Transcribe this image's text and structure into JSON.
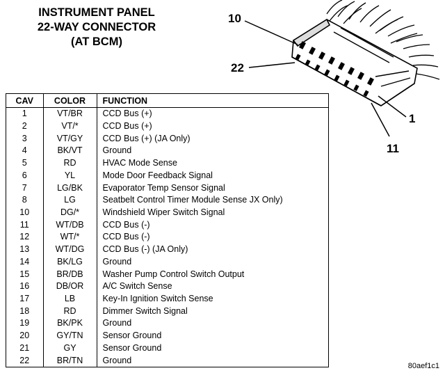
{
  "title": {
    "line1": "INSTRUMENT PANEL",
    "line2": "22-WAY CONNECTOR",
    "line3": "(AT BCM)"
  },
  "callouts": {
    "pin10": "10",
    "pin22": "22",
    "pin1": "1",
    "pin11": "11"
  },
  "table": {
    "headers": {
      "cav": "CAV",
      "color": "COLOR",
      "function": "FUNCTION"
    },
    "rows": [
      {
        "cav": "1",
        "color": "VT/BR",
        "function": "CCD Bus (+)"
      },
      {
        "cav": "2",
        "color": "VT/*",
        "function": "CCD Bus (+)"
      },
      {
        "cav": "3",
        "color": "VT/GY",
        "function": "CCD Bus (+) (JA Only)"
      },
      {
        "cav": "4",
        "color": "BK/VT",
        "function": "Ground"
      },
      {
        "cav": "5",
        "color": "RD",
        "function": "HVAC Mode Sense"
      },
      {
        "cav": "6",
        "color": "YL",
        "function": "Mode Door Feedback Signal"
      },
      {
        "cav": "7",
        "color": "LG/BK",
        "function": "Evaporator Temp Sensor Signal"
      },
      {
        "cav": "8",
        "color": "LG",
        "function": "Seatbelt Control Timer Module Sense JX Only)"
      },
      {
        "cav": "10",
        "color": "DG/*",
        "function": "Windshield Wiper Switch Signal"
      },
      {
        "cav": "11",
        "color": "WT/DB",
        "function": "CCD Bus (-)"
      },
      {
        "cav": "12",
        "color": "WT/*",
        "function": "CCD Bus (-)"
      },
      {
        "cav": "13",
        "color": "WT/DG",
        "function": "CCD Bus (-) (JA Only)"
      },
      {
        "cav": "14",
        "color": "BK/LG",
        "function": "Ground"
      },
      {
        "cav": "15",
        "color": "BR/DB",
        "function": "Washer Pump Control Switch Output"
      },
      {
        "cav": "16",
        "color": "DB/OR",
        "function": "A/C Switch Sense"
      },
      {
        "cav": "17",
        "color": "LB",
        "function": "Key-In Ignition Switch Sense"
      },
      {
        "cav": "18",
        "color": "RD",
        "function": "Dimmer Switch Signal"
      },
      {
        "cav": "19",
        "color": "BK/PK",
        "function": "Ground"
      },
      {
        "cav": "20",
        "color": "GY/TN",
        "function": "Sensor Ground"
      },
      {
        "cav": "21",
        "color": "GY",
        "function": "Sensor Ground"
      },
      {
        "cav": "22",
        "color": "BR/TN",
        "function": "Ground"
      }
    ]
  },
  "figure_code": "80aef1c1"
}
